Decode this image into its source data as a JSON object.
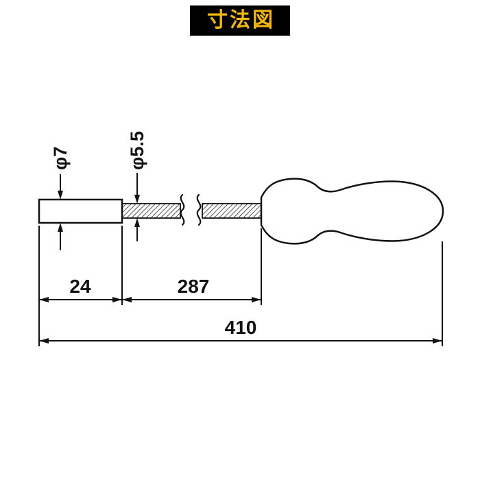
{
  "banner": {
    "title": "寸法図",
    "background": "#000000",
    "text_color": "#f5b800"
  },
  "drawing": {
    "dims": {
      "tip_diameter": "φ7",
      "shaft_diameter": "φ5.5",
      "tip_length": "24",
      "shaft_length": "287",
      "total_length": "410"
    }
  },
  "colors": {
    "line": "#111111",
    "background": "#ffffff"
  }
}
